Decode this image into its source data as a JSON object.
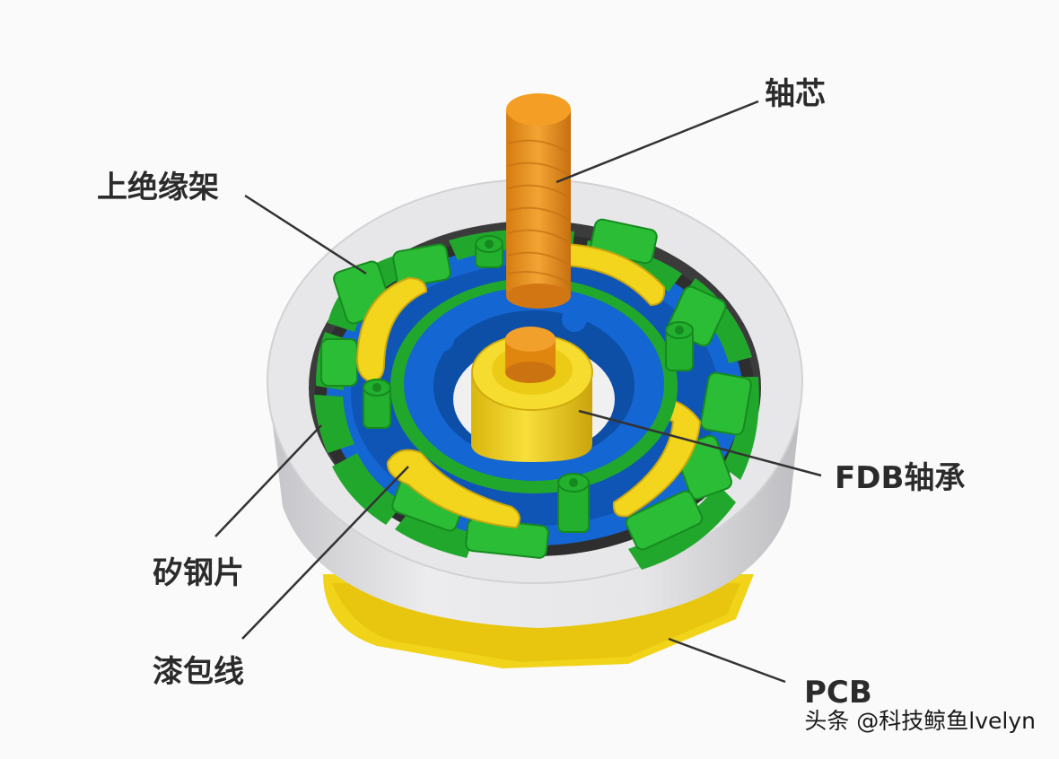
{
  "labels": {
    "shaft": "轴芯",
    "upper_insulator": "上绝缘架",
    "fdb_bearing": "FDB轴承",
    "silicon_steel": "矽钢片",
    "enameled_wire": "漆包线",
    "pcb": "PCB"
  },
  "watermark": "头条 @科技鲸鱼lvelyn",
  "colors": {
    "background": "#fafafa",
    "housing": "#e2e2e4",
    "insulator_green": "#21a82c",
    "core_blue": "#1466d2",
    "coil_yellow": "#f3d51e",
    "shaft_orange": "#ef9a22",
    "pcb_yellow": "#f1d319",
    "leader_line": "#333333"
  }
}
